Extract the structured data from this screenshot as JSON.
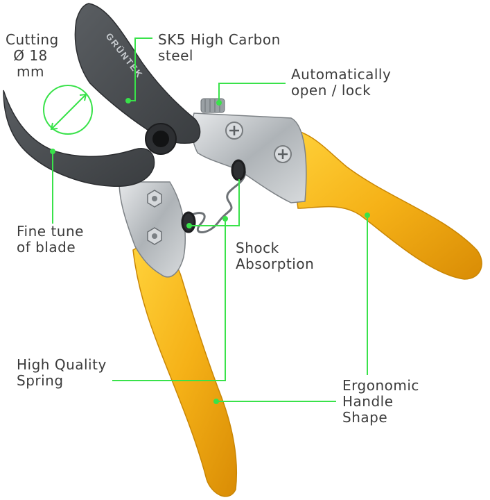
{
  "brand": {
    "engraving": "GRÜNTEK"
  },
  "labels": {
    "cutting": {
      "line1": "Cutting",
      "line2": "Ø 18",
      "line3": "mm"
    },
    "steel": {
      "line1": "SK5 High Carbon",
      "line2": "steel"
    },
    "auto_lock": {
      "line1": "Automatically",
      "line2": "open / lock"
    },
    "fine_tune": {
      "line1": "Fine tune",
      "line2": "of blade"
    },
    "shock": {
      "line1": "Shock",
      "line2": "Absorption"
    },
    "spring": {
      "line1": "High Quality",
      "line2": "Spring"
    },
    "ergonomic": {
      "line1": "Ergonomic",
      "line2": "Handle",
      "line3": "Shape"
    }
  },
  "colors": {
    "accent_line": "#39e24a",
    "handle": "#f5b117",
    "blade": "#45484b",
    "metal": "#bfc4c7",
    "text": "#3b3b3b"
  }
}
